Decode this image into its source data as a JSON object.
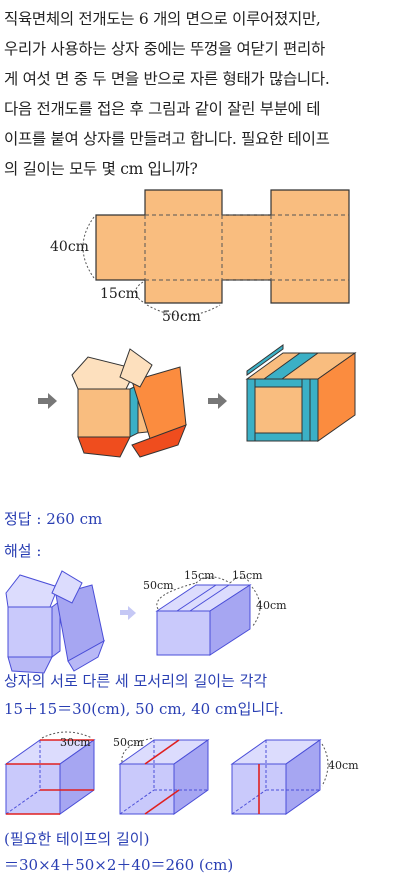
{
  "problem": {
    "lines": [
      "직육면체의 전개도는 6 개의 면으로 이루어졌지만,",
      "우리가 사용하는 상자 중에는 뚜껑을 여닫기 편리하",
      "게 여섯 면 중 두 면을 반으로 자른 형태가 많습니다.",
      "다음 전개도를 접은 후 그림과 같이 잘린 부분에 테",
      "이프를 붙여 상자를 만들려고 합니다. 필요한 테이프",
      "의 길이는 모두 몇 cm 입니까?"
    ]
  },
  "net_labels": {
    "height": "40cm",
    "depth": "15cm",
    "width": "50cm"
  },
  "answer": {
    "line": "정답 : 260 cm",
    "explain_label": "해설 :"
  },
  "box_labels": {
    "a": "50cm",
    "b": "15cm",
    "c": "15cm",
    "d": "40cm"
  },
  "explanation": {
    "line1": "상자의 서로 다른 세 모서리의 길이는 각각",
    "line2": "15＋15＝30(cm),  50 cm,  40 cm입니다."
  },
  "bottom_labels": {
    "first": "30cm",
    "second": "50cm",
    "third": "40cm"
  },
  "formula": {
    "line1": "(필요한 테이프의 길이)",
    "line2": "＝30×4＋50×2＋40＝260 (cm)"
  }
}
